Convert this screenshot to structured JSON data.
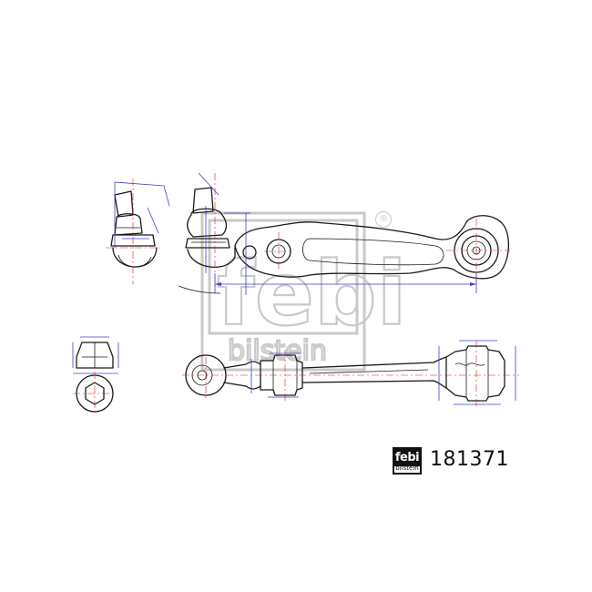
{
  "part_number": "181371",
  "brand": {
    "top": "febi",
    "bottom": "bilstein"
  },
  "registered_mark": "®",
  "colors": {
    "outline": "#1a1a1a",
    "dimension": "#3f3fcf",
    "centerline": "#d42020",
    "watermark": "#c9c9c9"
  }
}
